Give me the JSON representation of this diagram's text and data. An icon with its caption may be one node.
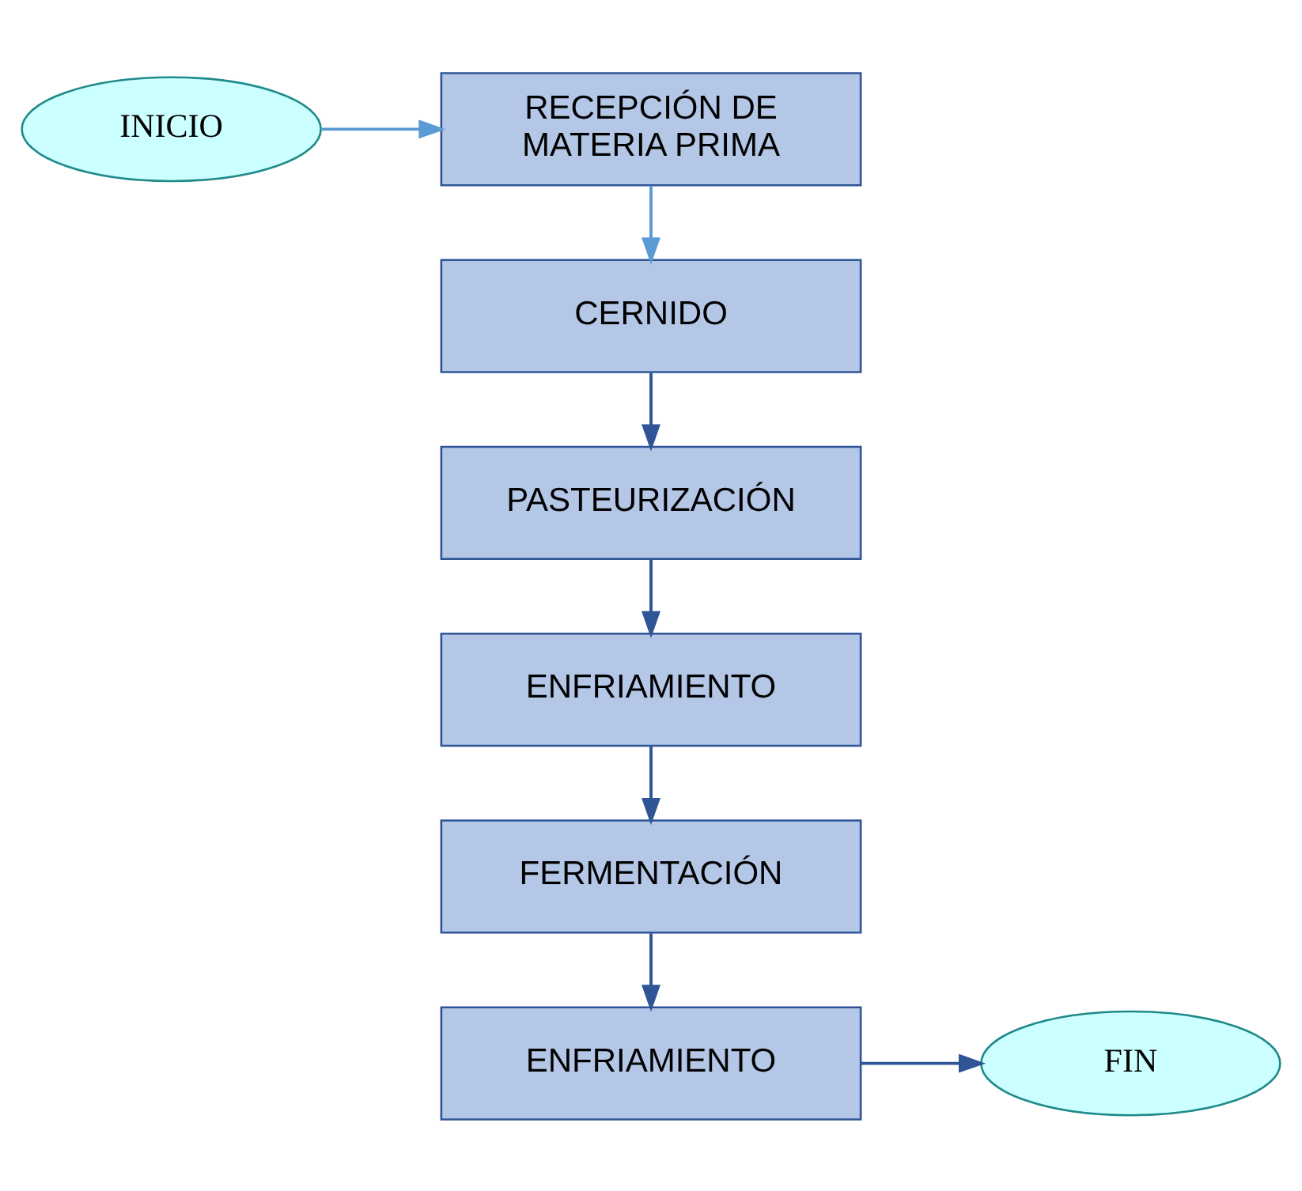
{
  "diagram": {
    "nodes": [
      {
        "text": [
          "INICIO"
        ]
      },
      {
        "text": [
          "RECEPCIÓN DE MATERIA PRIMA"
        ]
      },
      {
        "text": [
          "CERNIDO"
        ]
      },
      {
        "text": [
          "PASTEURIZACIÓN"
        ]
      },
      {
        "text": [
          "ENFRIAMIENTO"
        ]
      },
      {
        "text": [
          "FERMENTACIÓN"
        ]
      },
      {
        "text": [
          "ENFRIAMIENTO"
        ]
      },
      {
        "text": [
          "FIN"
        ]
      }
    ],
    "edges": [
      {
        "from": 0,
        "to": 1,
        "arrow": "to",
        "color": "#5b9bd5"
      },
      {
        "from": 1,
        "to": 2,
        "arrow": "to",
        "color": "#5b9bd5"
      },
      {
        "from": 2,
        "to": 3,
        "arrow": "to"
      },
      {
        "from": 3,
        "to": 4,
        "arrow": "to"
      },
      {
        "from": 4,
        "to": 5,
        "arrow": "to"
      },
      {
        "from": 5,
        "to": 6,
        "arrow": "to"
      },
      {
        "from": 6,
        "to": 7,
        "arrow": "to"
      }
    ]
  }
}
